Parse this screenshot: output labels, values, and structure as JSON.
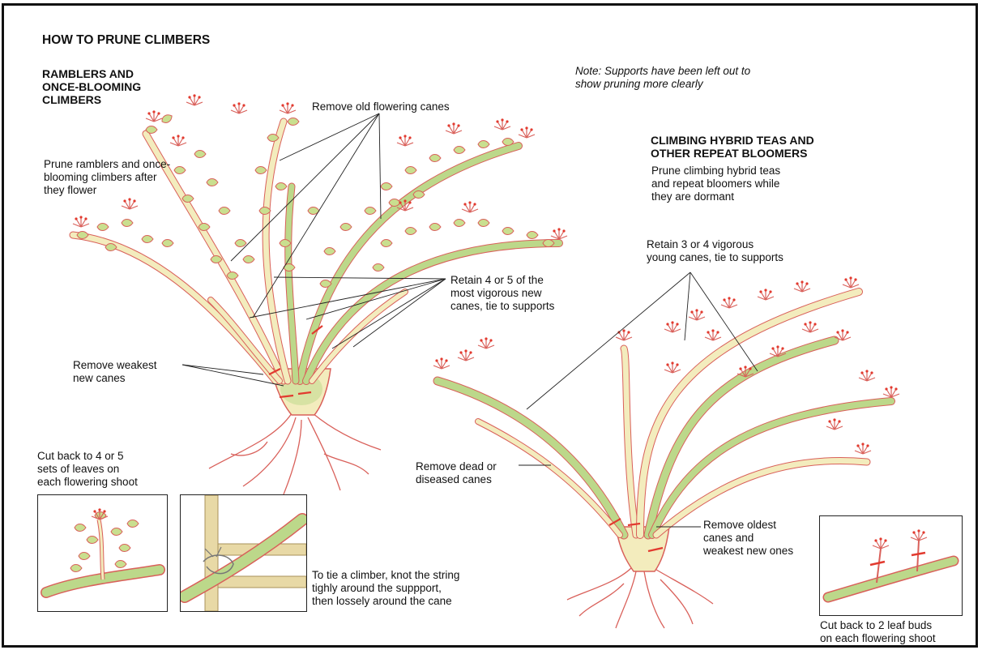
{
  "title": "HOW TO PRUNE CLIMBERS",
  "note": [
    "Note:  Supports have been left out to",
    "show pruning more clearly"
  ],
  "left_section": {
    "heading": [
      "RAMBLERS AND",
      "ONCE-BLOOMING",
      "CLIMBERS"
    ],
    "instruction": [
      "Prune ramblers and once-",
      "blooming climbers after",
      "they flower"
    ],
    "label_old_canes": "Remove old flowering canes",
    "label_retain": [
      "Retain 4 or 5 of the",
      "most vigorous new",
      "canes, tie to supports"
    ],
    "label_weakest": [
      "Remove weakest",
      "new canes"
    ],
    "inset_leaves_caption": [
      "Cut back to 4 or 5",
      "sets of leaves on",
      "each flowering shoot"
    ],
    "tie_caption": [
      "To tie a climber, knot the string",
      "tighly around the suppport,",
      "then lossely around the cane"
    ]
  },
  "right_section": {
    "heading": [
      "CLIMBING HYBRID TEAS AND",
      "OTHER REPEAT BLOOMERS"
    ],
    "instruction": [
      "Prune climbing hybrid teas",
      "and repeat bloomers while",
      "they are dormant"
    ],
    "label_retain": [
      "Retain 3 or 4 vigorous",
      "young canes, tie to supports"
    ],
    "label_dead": [
      "Remove dead or",
      "diseased canes"
    ],
    "label_oldest": [
      "Remove oldest",
      "canes and",
      "weakest new ones"
    ],
    "inset_buds_caption": [
      "Cut back to 2 leaf buds",
      "on each flowering shoot"
    ]
  },
  "colors": {
    "cane_fill": "#f3ecbd",
    "cane_green": "#bcd88a",
    "outline": "#d9605a",
    "leaf": "#c9df8f",
    "cut_mark": "#e23a2f",
    "support": "#e8d9a6"
  }
}
